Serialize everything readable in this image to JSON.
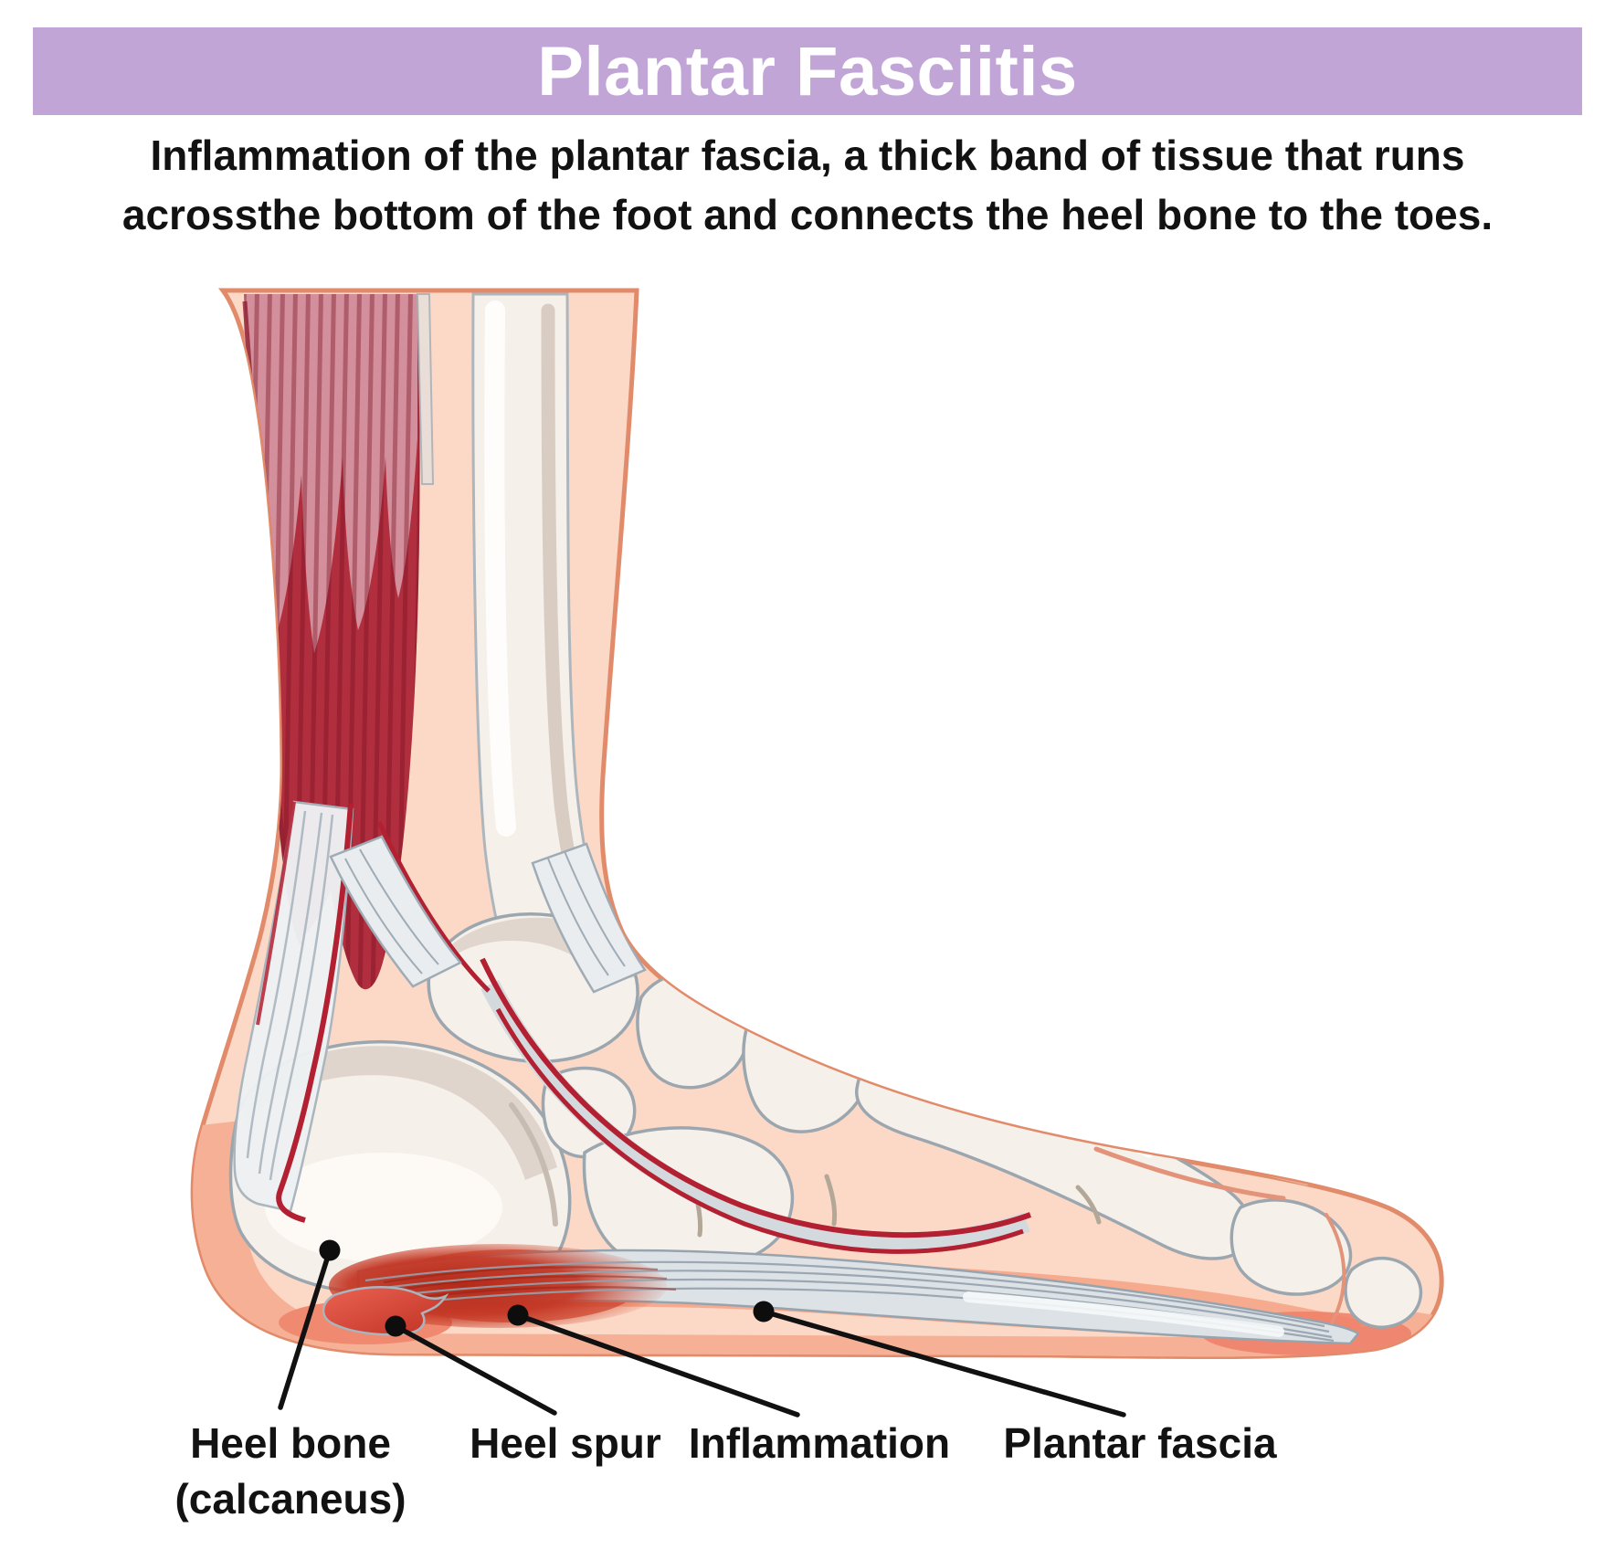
{
  "banner": {
    "title": "Plantar Fasciitis",
    "bg_color": "#c2a5d7",
    "title_color": "#ffffff"
  },
  "description": {
    "line1": "Inflammation of the plantar fascia, a thick band of tissue that runs across",
    "line2": "the bottom of the foot and connects the heel bone to the toes."
  },
  "labels": {
    "heel_bone_line1": "Heel bone",
    "heel_bone_line2": "(calcaneus)",
    "heel_spur": "Heel spur",
    "inflammation": "Inflammation",
    "plantar_fascia": "Plantar fascia"
  },
  "colors": {
    "text": "#121212",
    "skin": "#fbd9c6",
    "skin_outline": "#e18b6b",
    "sole_pad": "#f6b096",
    "muscle_red": "#b02e3d",
    "muscle_highlight": "#d9a0ab",
    "bone": "#f6f0ea",
    "bone_shadow": "#ded3ca",
    "bone_outline": "#9ba6af",
    "tendon_white": "#eef1f3",
    "tendon_line": "#a9b4bd",
    "crimson_accent": "#b22031",
    "fascia": "#dde2e6",
    "inflammation_red": "#c23020",
    "spur_red": "#d84434",
    "marker_black": "#111111"
  }
}
